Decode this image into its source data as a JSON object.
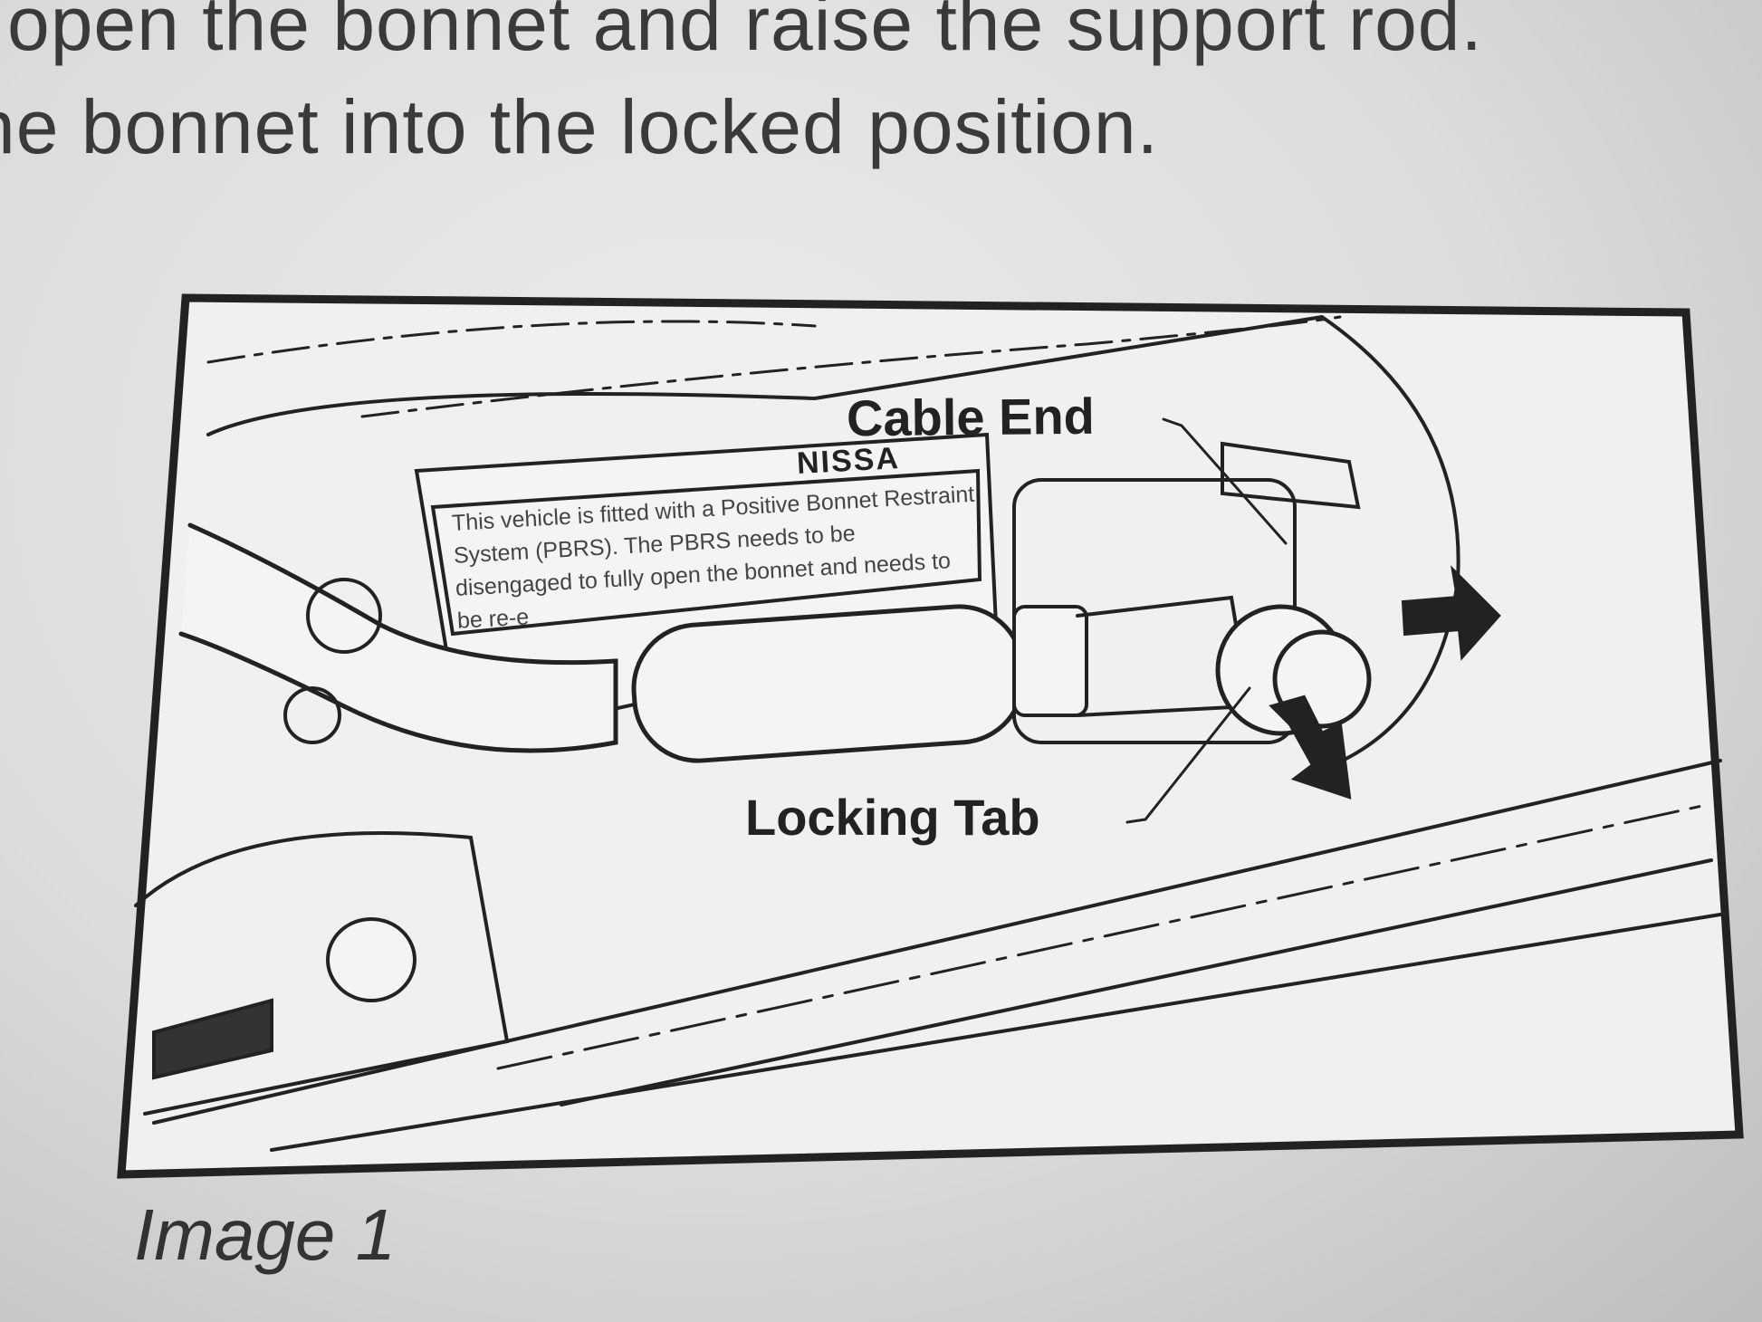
{
  "document": {
    "lines": [
      "open the bonnet and raise the support rod.",
      "he bonnet into the locked position."
    ],
    "figure": {
      "callouts": {
        "cable_end": "Cable End",
        "locking_tab": "Locking Tab"
      },
      "sticker": {
        "brand": "NISSA",
        "text": "This vehicle is fitted with a Positive Bonnet Restraint System (PBRS). The PBRS needs to be disengaged to fully open the bonnet and needs to be re-e"
      }
    },
    "caption": "Image 1"
  }
}
